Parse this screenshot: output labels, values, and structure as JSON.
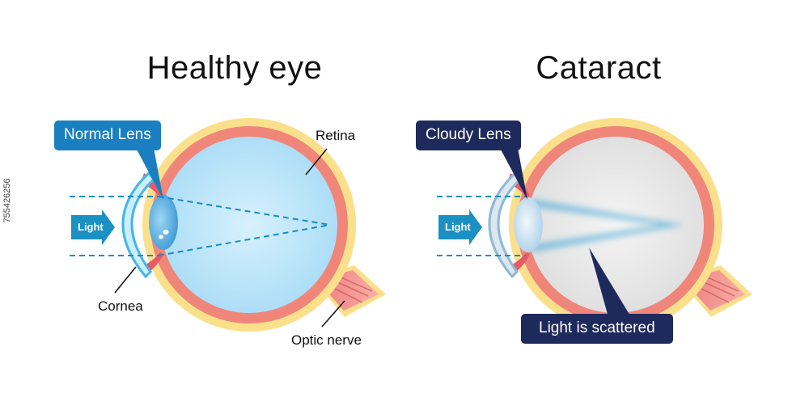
{
  "titles": {
    "healthy": "Healthy eye",
    "cataract": "Cataract"
  },
  "callouts": {
    "normal_lens": "Normal Lens",
    "cloudy_lens": "Cloudy Lens",
    "scattered": "Light is scattered"
  },
  "labels": {
    "retina": "Retina",
    "cornea": "Cornea",
    "optic_nerve": "Optic nerve",
    "light_left": "Light",
    "light_right": "Light"
  },
  "side_text": "755426256",
  "colors": {
    "sclera": "#fbe08c",
    "choroid": "#f0867a",
    "vitreous_healthy": "#bfe8fb",
    "vitreous_cataract": "#ebebeb",
    "lens_blue": "#4aa7dc",
    "lens_cloudy": "#b9d8ec",
    "normal_callout": "#1a7fc0",
    "dark_callout": "#1f2a5c",
    "light_arrow": "#1b90c3",
    "ray": "#1a8cc4"
  }
}
